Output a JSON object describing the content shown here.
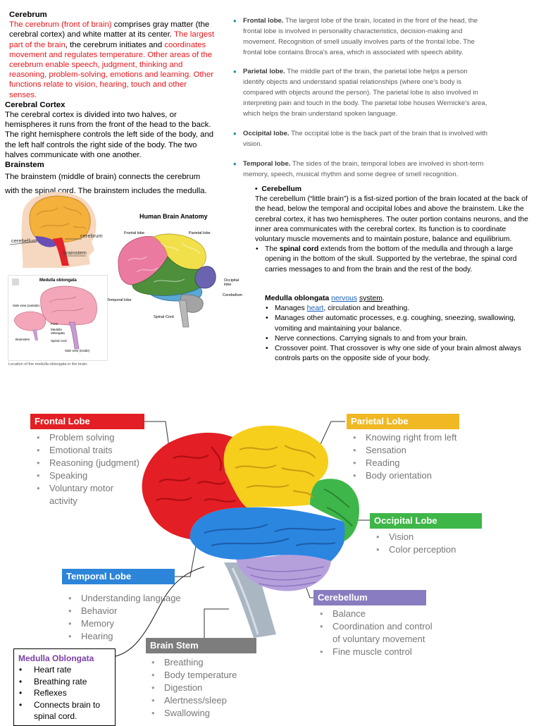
{
  "left_col": {
    "cerebrum_heading": "Cerebrum",
    "cerebrum_parts": [
      {
        "text": "The cerebrum (front of brain)",
        "red": true
      },
      {
        "text": " comprises gray matter (the cerebral cortex) and white matter at its center. ",
        "red": false
      },
      {
        "text": "The largest part of the brain",
        "red": true
      },
      {
        "text": ", the cerebrum initiates and ",
        "red": false
      },
      {
        "text": "coordinates movement and regulates temperature. Other areas of the cerebrum enable speech, judgment, thinking and reasoning, problem-solving, emotions and learning. Other functions relate to vision, hearing, touch and other senses.",
        "red": true
      }
    ],
    "cortex_heading": "Cerebral Cortex",
    "cortex_text": "The cerebral cortex is divided into two halves, or hemispheres it runs from the front of the head to the back. The right hemisphere controls the left side of the body, and the left half controls the right side of the body. The two halves communicate with one another.",
    "brainstem_heading": "Brainstem",
    "brainstem_text": "The brainstem (middle of brain) connects the cerebrum with the spinal cord. The brainstem includes the medulla."
  },
  "small_diagram": {
    "labels": [
      "cerebrum",
      "cerebellum",
      "brainstem"
    ]
  },
  "anatomy_diagram": {
    "title": "Human Brain Anatomy",
    "labels": [
      "Frontal lobe",
      "Parietal lobe",
      "Occipital lobe",
      "Temporal lobe",
      "Cerebellum",
      "Spinal Cord"
    ]
  },
  "medulla_diagram": {
    "title": "Medulla oblongata",
    "labels": [
      "Side view (outside)",
      "Brainstem",
      "Pons",
      "Medulla oblongata",
      "Spinal cord",
      "Side view (inside)"
    ],
    "caption": "Location of the medulla oblongata in the brain."
  },
  "lobes_list": [
    {
      "name": "Frontal lobe.",
      "text": " The largest lobe of the brain, located in the front of the head, the frontal lobe is involved in personality characteristics, decision-making and movement. Recognition of smell usually involves parts of the frontal lobe. The frontal lobe contains Broca's area, which is associated with speech ability."
    },
    {
      "name": "Parietal lobe.",
      "text": " The middle part of the brain, the parietal lobe helps a person identify objects and understand spatial relationships (where one's body is compared with objects around the person). The parietal lobe is also involved in interpreting pain and touch in the body. The parietal lobe houses Wernicke's area, which helps the brain understand spoken language."
    },
    {
      "name": "Occipital lobe.",
      "text": " The occipital lobe is the back part of the brain that is involved with vision."
    },
    {
      "name": "Temporal lobe.",
      "text": " The sides of the brain, temporal lobes are involved in short-term memory, speech, musical rhythm and some degree of smell recognition."
    }
  ],
  "cerebellum_section": {
    "heading": "Cerebellum",
    "text": "The cerebellum (“little brain”) is a fist-sized portion of the brain located at the back of the head, below the temporal and occipital lobes and above the brainstem. Like the cerebral cortex, it has two hemispheres. The outer portion contains neurons, and the inner area communicates with the cerebral cortex. Its function is to coordinate voluntary muscle movements and to maintain posture, balance and equilibrium.",
    "spinal_pre": "The ",
    "spinal_bold": "spinal cord",
    "spinal_post": " extends from the bottom of the medulla and through a large opening in the bottom of the skull. Supported by the vertebrae, the spinal cord carries messages to and from the brain and the rest of the body."
  },
  "medulla_section": {
    "heading": "Medulla oblongata ",
    "link1": "nervous",
    "link2": "system",
    "period": ".",
    "b1_pre": "Manages ",
    "b1_link": "heart",
    "b1_post": ", circulation and breathing.",
    "items": [
      "Manages other automatic processes, e.g. coughing, sneezing, swallowing, vomiting and maintaining your balance.",
      "Nerve connections. Carrying signals to and from your brain.",
      "Crossover point. That crossover is why one side of your brain almost always controls parts on the opposite side of your body."
    ]
  },
  "big_diagram": {
    "frontal": {
      "title": "Frontal Lobe",
      "color": "#e31e24",
      "items": [
        "Problem solving",
        "Emotional traits",
        "Reasoning (judgment)",
        "Speaking",
        "Voluntary motor activity"
      ]
    },
    "parietal": {
      "title": "Parietal Lobe",
      "color": "#f0b823",
      "items": [
        "Knowing right from left",
        "Sensation",
        "Reading",
        "Body orientation"
      ]
    },
    "occipital": {
      "title": "Occipital Lobe",
      "color": "#3eb648",
      "items": [
        "Vision",
        "Color perception"
      ]
    },
    "temporal": {
      "title": "Temporal Lobe",
      "color": "#2c85d8",
      "items": [
        "Understanding language",
        "Behavior",
        "Memory",
        "Hearing"
      ]
    },
    "cerebellum": {
      "title": "Cerebellum",
      "color": "#8a7cc0",
      "items": [
        "Balance",
        "Coordination and control of voluntary movement",
        "Fine muscle control"
      ]
    },
    "brainstem": {
      "title": "Brain Stem",
      "color": "#7d7d7d",
      "items": [
        "Breathing",
        "Body temperature",
        "Digestion",
        "Alertness/sleep",
        "Swallowing"
      ]
    }
  },
  "medulla_box": {
    "title": "Medulla Oblongata",
    "items": [
      "Heart rate",
      "Breathing rate",
      "Reflexes",
      "Connects brain to spinal cord."
    ]
  }
}
